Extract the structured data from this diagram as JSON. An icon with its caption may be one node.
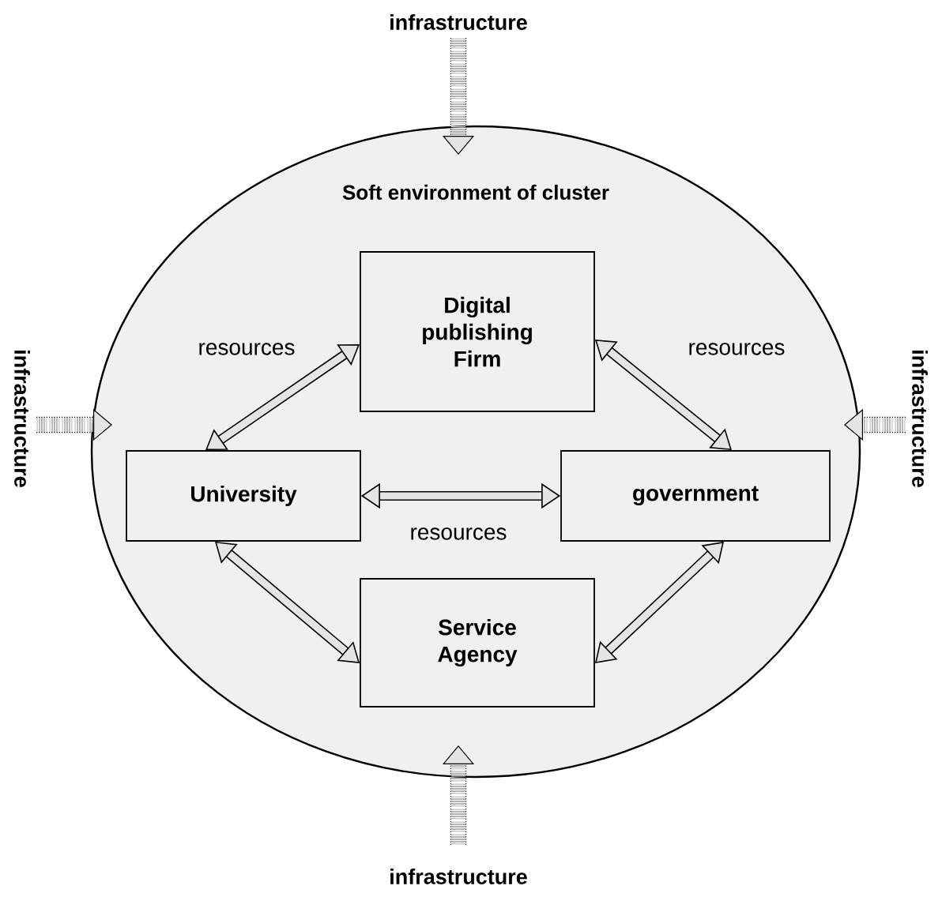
{
  "diagram": {
    "nodes": [
      {
        "text": [
          "Soft environment of cluster"
        ]
      },
      {
        "text": [
          "Digital publishing Firm"
        ],
        "in": 0
      },
      {
        "text": [
          "University"
        ],
        "in": 0
      },
      {
        "text": [
          "government"
        ],
        "in": 0
      },
      {
        "text": [
          "Service Agency"
        ],
        "in": 0
      },
      {
        "text": [
          "infrastructure"
        ]
      },
      {
        "text": [
          "infrastructure"
        ]
      },
      {
        "text": [
          "infrastructure"
        ]
      },
      {
        "text": [
          "infrastructure"
        ]
      }
    ],
    "edges": [
      {
        "from": 1,
        "to": 2,
        "arrow": "both",
        "label": "resources"
      },
      {
        "from": 1,
        "to": 3,
        "arrow": "both",
        "label": "resources"
      },
      {
        "from": 2,
        "to": 3,
        "arrow": "both",
        "label": "resources"
      },
      {
        "from": 2,
        "to": 4,
        "arrow": "both"
      },
      {
        "from": 3,
        "to": 4,
        "arrow": "both"
      },
      {
        "from": 5,
        "to": 0,
        "arrow": "to",
        "style": "dashed"
      },
      {
        "from": 6,
        "to": 0,
        "arrow": "to",
        "style": "dashed"
      },
      {
        "from": 7,
        "to": 0,
        "arrow": "to",
        "style": "dashed"
      },
      {
        "from": 8,
        "to": 0,
        "arrow": "to",
        "style": "dashed"
      }
    ]
  }
}
